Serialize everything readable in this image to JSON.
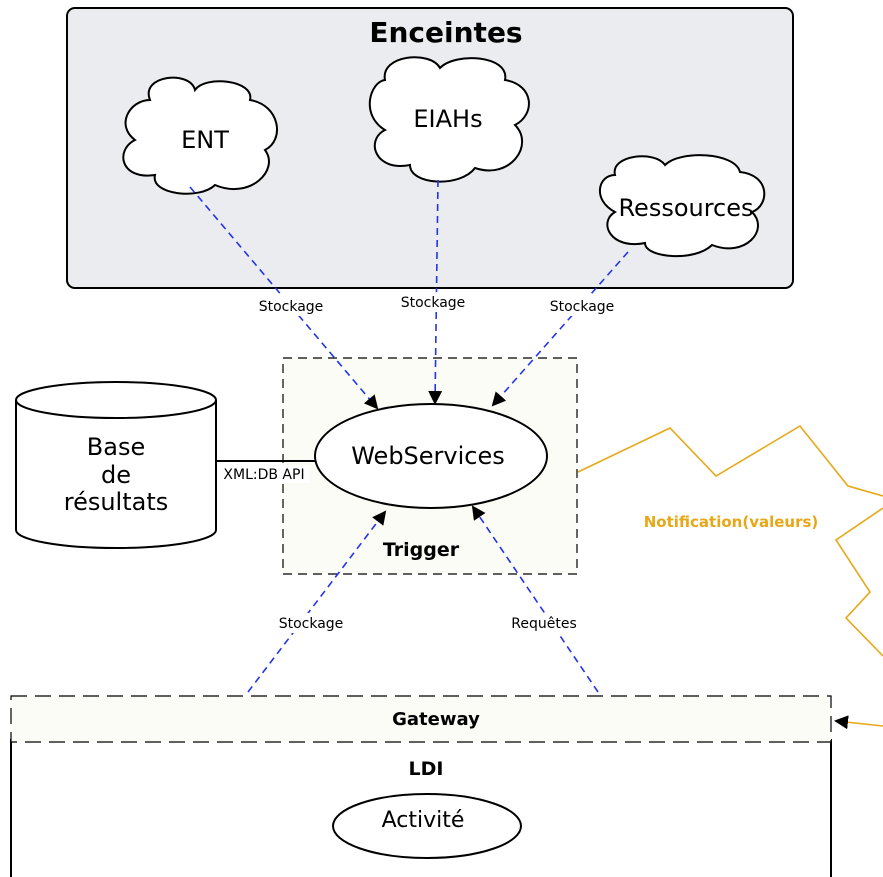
{
  "enceintes": {
    "title": "Enceintes",
    "clouds": [
      "ENT",
      "EIAHs",
      "Ressources"
    ]
  },
  "links": {
    "stockage_ent": "Stockage",
    "stockage_eiahs": "Stockage",
    "stockage_ressources": "Stockage",
    "stockage_gateway": "Stockage",
    "requetes_gateway": "Requêtes",
    "api": "XML:DB API",
    "notification": "Notification(valeurs)"
  },
  "database": {
    "line1": "Base",
    "line2": "de",
    "line3": "résultats"
  },
  "webservices": {
    "label": "WebServices",
    "trigger": "Trigger"
  },
  "gateway": {
    "label": "Gateway"
  },
  "ldi": {
    "title": "LDI",
    "activity": "Activité"
  },
  "colors": {
    "enceintes_fill": "#ebecf0",
    "arrow_blue": "#2233ee",
    "notification": "#e6a817",
    "dashed_fill": "#fbfcf6"
  }
}
